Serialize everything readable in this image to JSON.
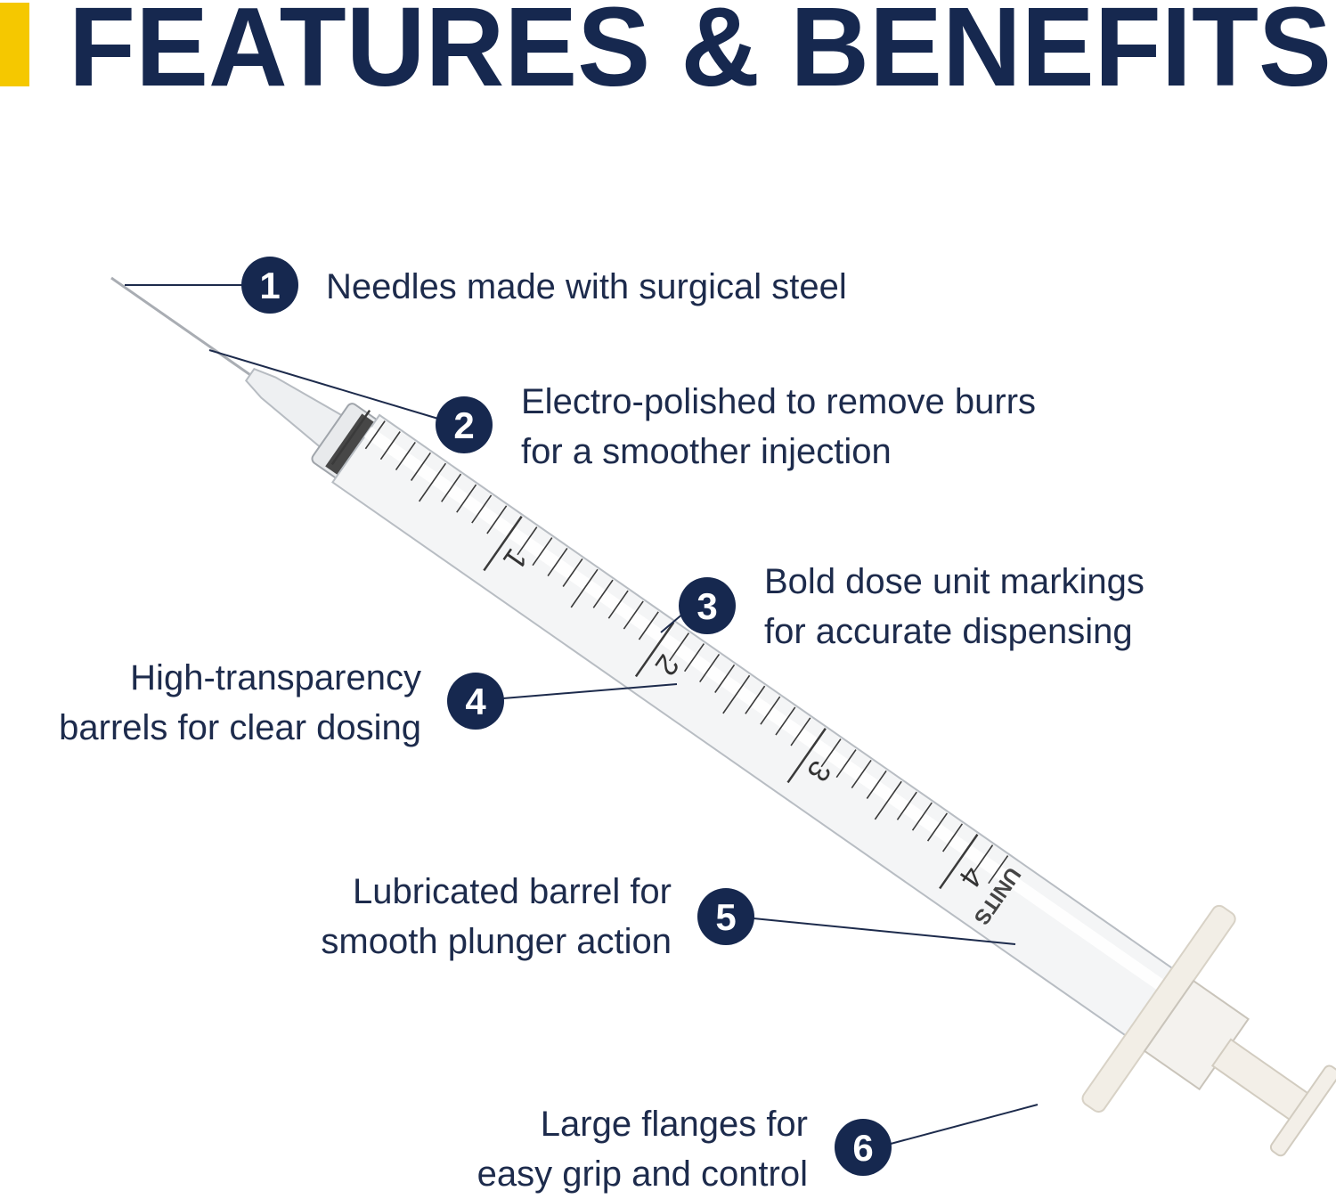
{
  "header": {
    "title": "FEATURES & BENEFITS",
    "accent_color": "#f5c800",
    "title_color": "#16284f"
  },
  "syringe": {
    "scale_numbers": [
      "1",
      "2",
      "3",
      "4"
    ],
    "scale_label": "UNITS"
  },
  "callouts": [
    {
      "number": "1",
      "lines": [
        "Needles made with surgical steel"
      ]
    },
    {
      "number": "2",
      "lines": [
        "Electro-polished to remove burrs",
        "for a smoother injection"
      ]
    },
    {
      "number": "3",
      "lines": [
        "Bold dose unit markings",
        "for accurate dispensing"
      ]
    },
    {
      "number": "4",
      "lines": [
        "High-transparency",
        "barrels for clear dosing"
      ]
    },
    {
      "number": "5",
      "lines": [
        "Lubricated barrel for",
        "smooth plunger action"
      ]
    },
    {
      "number": "6",
      "lines": [
        "Large flanges for",
        "easy grip and control"
      ]
    }
  ]
}
